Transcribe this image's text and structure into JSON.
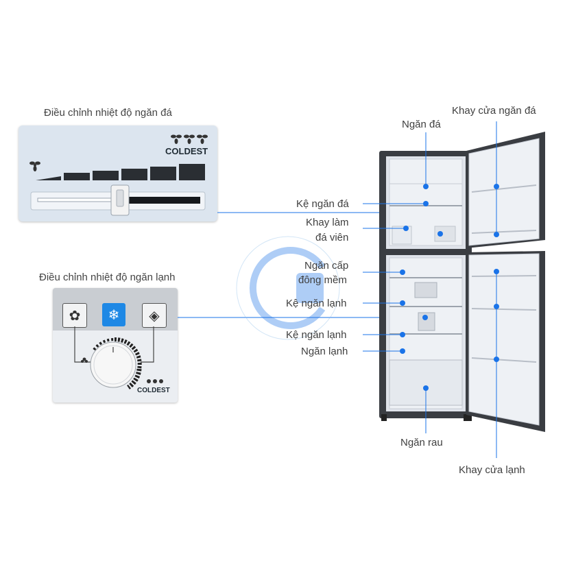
{
  "freezer_control": {
    "title": "Điều chỉnh nhiệt độ ngăn đá",
    "coldest_label": "COLDEST",
    "low_icon": "fan-icon",
    "high_icon": "triple-fan-icon"
  },
  "fridge_control": {
    "title": "Điều chỉnh nhiệt độ ngăn lạnh",
    "coldest_label": "COLDEST",
    "buttons": [
      {
        "icon": "plant-icon"
      },
      {
        "icon": "snowflake-icon",
        "active": true
      },
      {
        "icon": "ice-cube-icon"
      }
    ]
  },
  "labels": {
    "ngan_da": "Ngăn đá",
    "khay_cua_ngan_da": "Khay cửa ngăn đá",
    "ke_ngan_da": "Kệ ngăn đá",
    "khay_lam_da_line1": "Khay làm",
    "khay_lam_da_line2": "đá viên",
    "ngan_cap_dong_line1": "Ngăn cấp",
    "ngan_cap_dong_line2": "đông mềm",
    "ke_ngan_lanh_1": "Kệ ngăn lạnh",
    "ke_ngan_lanh_2": "Kệ ngăn lạnh",
    "ngan_lanh": "Ngăn lạnh",
    "ngan_rau": "Ngăn rau",
    "khay_cua_lanh": "Khay cửa lạnh"
  },
  "colors": {
    "accent": "#1a73e8",
    "fridge_body": "#3a3d42",
    "panel_blue": "#dce5ef"
  }
}
